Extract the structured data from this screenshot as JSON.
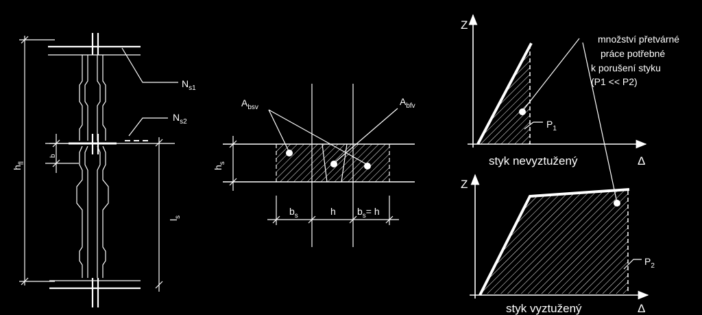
{
  "panel_left": {
    "label_ns1": "N",
    "label_ns1_sub": "s1",
    "label_ns2": "N",
    "label_ns2_sub": "s2",
    "label_hfl": "h",
    "label_hfl_sub": "fl",
    "label_b": "b",
    "label_ls": "l",
    "label_ls_sub": "s"
  },
  "panel_middle": {
    "label_absv": "A",
    "label_absv_sub": "bsv",
    "label_abfv": "A",
    "label_abfv_sub": "bfv",
    "label_hs": "h",
    "label_hs_sub": "s",
    "label_bs": "b",
    "label_bs_sub": "s",
    "label_h": "h",
    "label_bsh": "b",
    "label_bsh_sub": "s",
    "label_bsh_tail": "= h"
  },
  "panel_right": {
    "axis_z_top": "Z",
    "axis_delta_top": "Δ",
    "axis_z_bottom": "Z",
    "axis_delta_bottom": "Δ",
    "p1_label": "P",
    "p1_sub": "1",
    "p2_label": "P",
    "p2_sub": "2",
    "caption_top": "styk nevyztužený",
    "caption_bottom": "styk vyztužený",
    "annotation_lines": [
      "množství přetvárné",
      "práce potřebné",
      "k porušení styku",
      "(P1 << P2)"
    ]
  },
  "colors": {
    "background": "#000000",
    "foreground": "#ffffff"
  }
}
